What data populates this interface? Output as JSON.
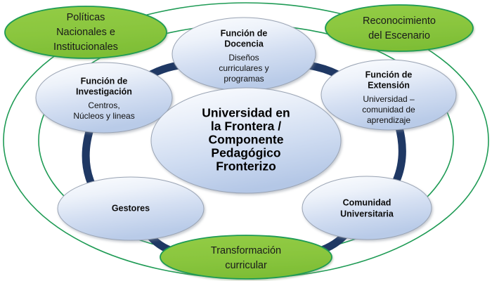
{
  "diagram": {
    "title": "Universidad en la Frontera / Componente Pedagógico Fronterizo",
    "colors": {
      "green_fill": "#8CC63F",
      "green_stroke": "#1F9B55",
      "blue_fill_light": "#FBFCFE",
      "blue_fill_mid": "#C6D4EC",
      "blue_stroke": "#9AA4B4",
      "connector_navy": "#1F3864",
      "text": "#111111",
      "background": "#FFFFFF"
    },
    "center": {
      "lines": [
        "Universidad en",
        "la Frontera /",
        "Componente",
        "Pedagógico",
        "Fronterizo"
      ]
    },
    "context_nodes": [
      {
        "id": "politicas",
        "lines": [
          "Políticas",
          "Nacionales  e",
          "Institucionales"
        ]
      },
      {
        "id": "reconocimiento",
        "lines": [
          "Reconocimiento",
          "del  Escenario"
        ]
      },
      {
        "id": "transformacion",
        "lines": [
          "Transformación",
          "curricular"
        ]
      }
    ],
    "function_nodes": [
      {
        "id": "docencia",
        "title_lines": [
          "Función de",
          "Docencia"
        ],
        "sub_lines": [
          "Diseños",
          "curriculares y",
          "programas"
        ]
      },
      {
        "id": "extension",
        "title_lines": [
          "Función de",
          "Extensión"
        ],
        "sub_lines": [
          "Universidad –",
          "comunidad de",
          "aprendizaje"
        ]
      },
      {
        "id": "investigacion",
        "title_lines": [
          "Función de",
          "Investigación"
        ],
        "sub_lines": [
          "Centros,",
          "Núcleos y lineas"
        ]
      },
      {
        "id": "comunidad",
        "title_lines": [
          "Comunidad",
          "Universitaria"
        ],
        "sub_lines": []
      },
      {
        "id": "gestores",
        "title_lines": [
          "Gestores"
        ],
        "sub_lines": []
      }
    ]
  }
}
